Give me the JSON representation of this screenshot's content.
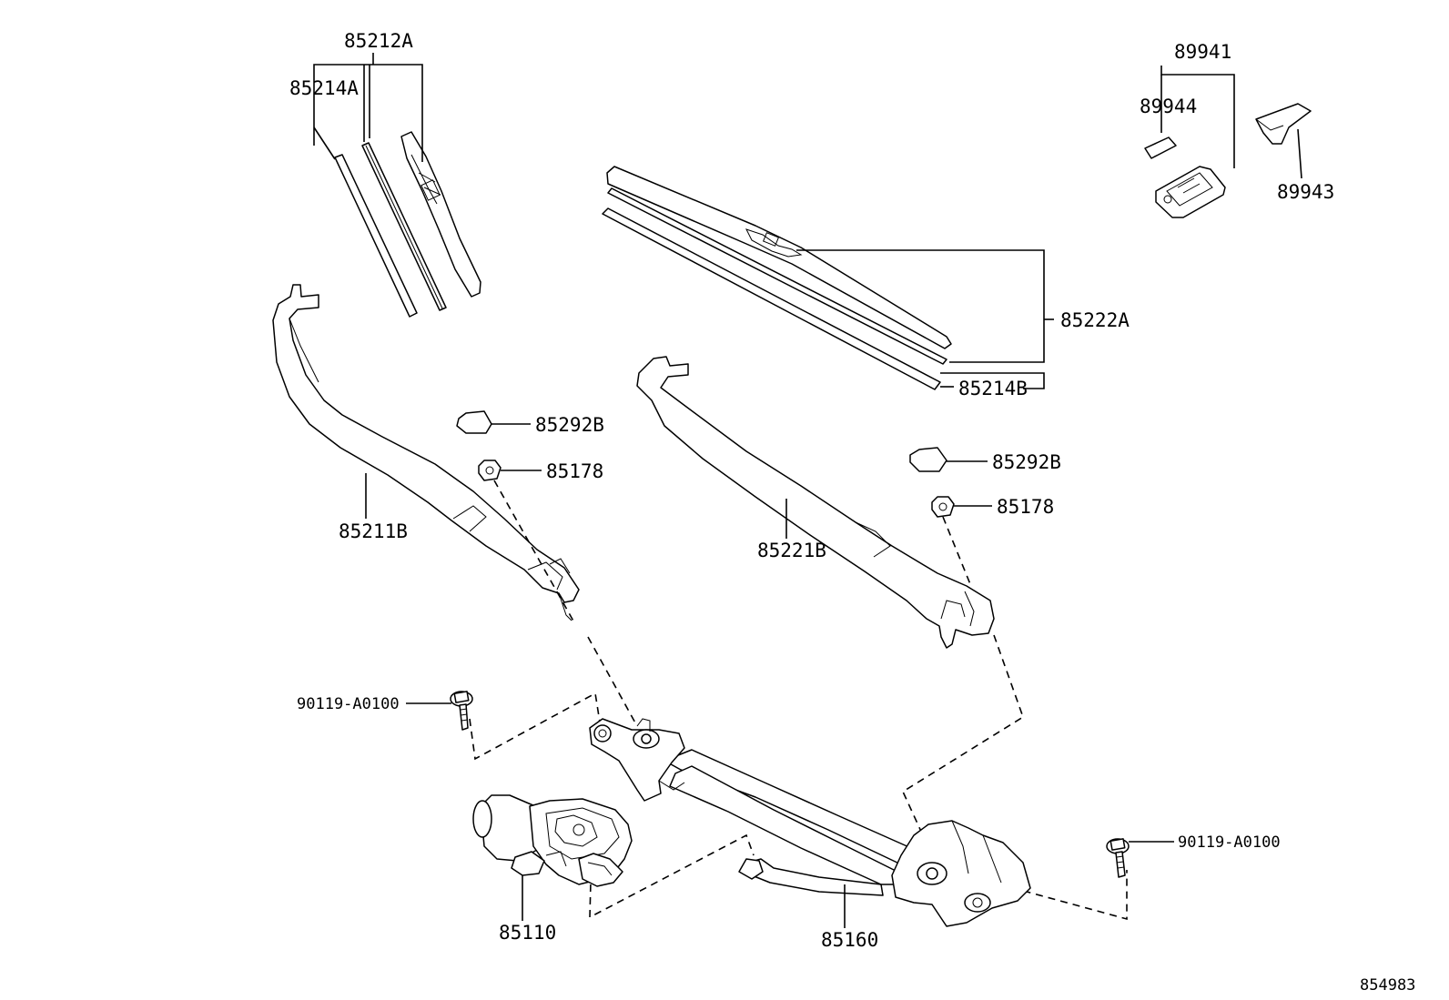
{
  "labels": {
    "p85212A": "85212A",
    "p85214A": "85214A",
    "p85222A": "85222A",
    "p85214B": "85214B",
    "p89941": "89941",
    "p89944": "89944",
    "p89943": "89943",
    "p85292B_left": "85292B",
    "p85178_left": "85178",
    "p85211B": "85211B",
    "p85292B_right": "85292B",
    "p85178_right": "85178",
    "p85221B": "85221B",
    "p90119_left": "90119-A0100",
    "p90119_right": "90119-A0100",
    "p85110": "85110",
    "p85160": "85160",
    "drawing_number": "854983"
  }
}
